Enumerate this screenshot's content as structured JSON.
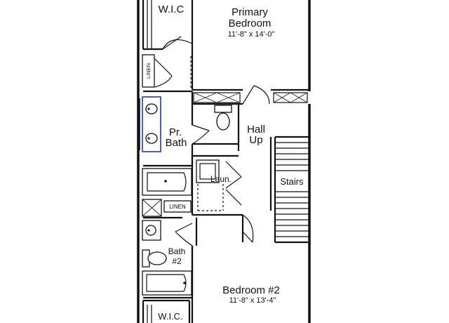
{
  "rooms": {
    "primary_bedroom": {
      "name_line1": "Primary",
      "name_line2": "Bedroom",
      "dims": "11'-8\" x 14'-0\""
    },
    "wic_top": "W.I.C",
    "linen_top": "LINEN",
    "pr_bath": {
      "line1": "Pr.",
      "line2": "Bath"
    },
    "hall": {
      "line1": "Hall",
      "line2": "Up"
    },
    "laundry": "Laun.",
    "stairs": "Stairs",
    "linen_mid": "LINEN",
    "bath2": {
      "line1": "Bath",
      "line2": "#2"
    },
    "bedroom2": {
      "name": "Bedroom #2",
      "dims": "11'-8\" x 13'-4\""
    },
    "wic_bottom": "W.I.C."
  },
  "colors": {
    "line": "#111111",
    "highlight": "#1f3a9a",
    "background": "#ffffff"
  }
}
